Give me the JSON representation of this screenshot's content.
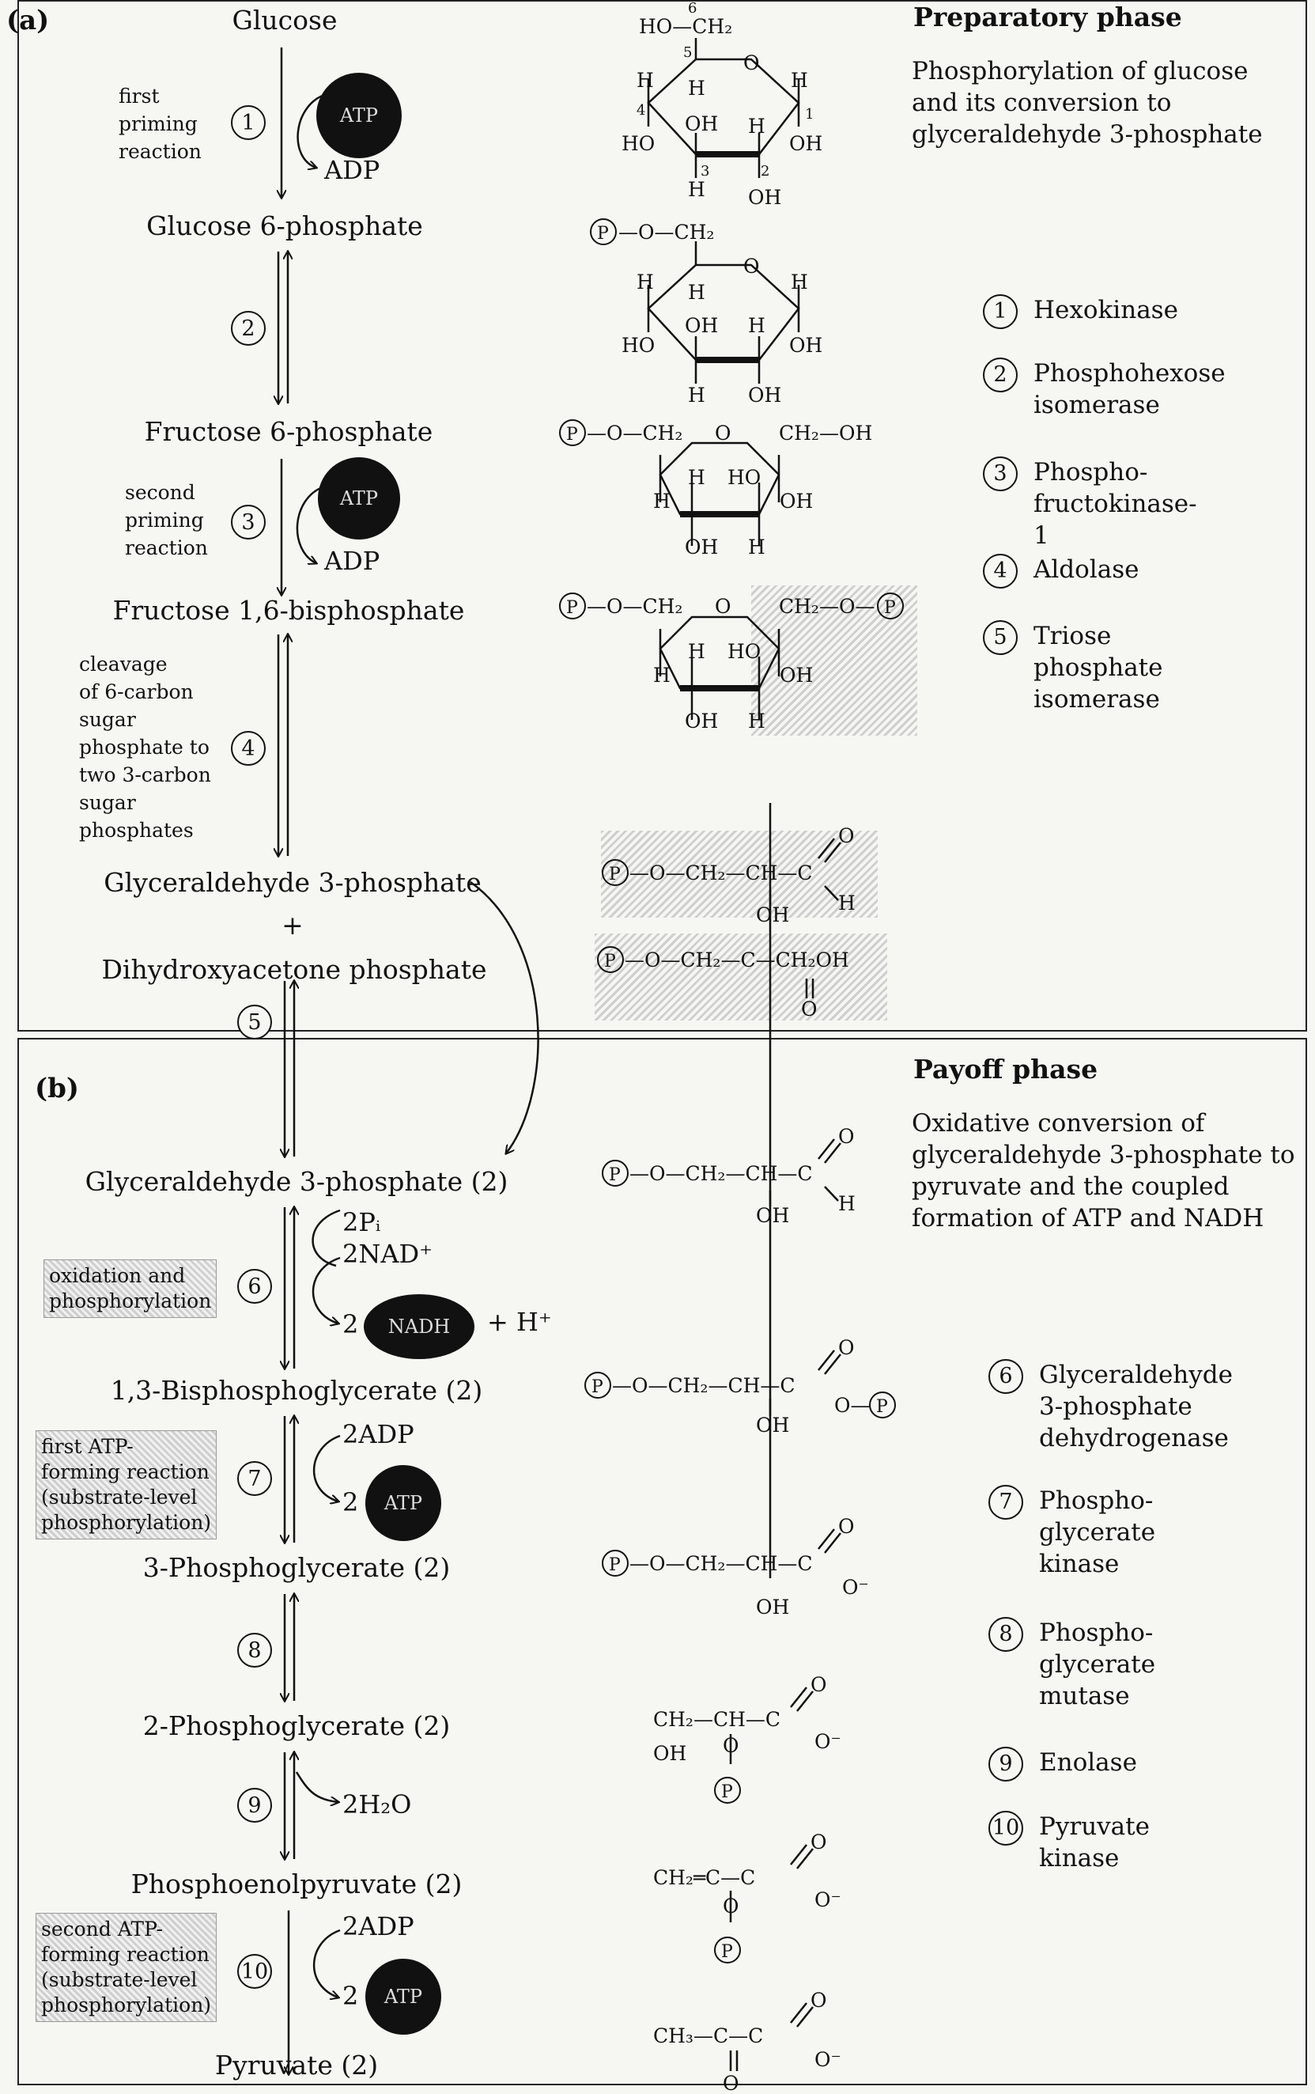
{
  "panel_a": {
    "label": "(a)",
    "phase": "Preparatory phase",
    "description": "Phosphorylation of glucose and its conversion to glyceraldehyde 3-phosphate"
  },
  "panel_b": {
    "label": "(b)",
    "phase": "Payoff phase",
    "description": "Oxidative conversion of glyceraldehyde 3-phosphate to pyruvate and the coupled formation of ATP and NADH"
  },
  "metabolites": {
    "glucose": "Glucose",
    "g6p": "Glucose 6-phosphate",
    "f6p": "Fructose 6-phosphate",
    "f16bp": "Fructose 1,6-bisphosphate",
    "gap": "Glyceraldehyde 3-phosphate",
    "plus": "+",
    "dhap": "Dihydroxyacetone phosphate",
    "gap2": "Glyceraldehyde 3-phosphate (2)",
    "bpg13": "1,3-Bisphosphoglycerate (2)",
    "pg3": "3-Phosphoglycerate (2)",
    "pg2": "2-Phosphoglycerate (2)",
    "pep": "Phosphoenolpyruvate (2)",
    "pyr": "Pyruvate (2)"
  },
  "step_numbers": [
    "1",
    "2",
    "3",
    "4",
    "5",
    "6",
    "7",
    "8",
    "9",
    "10"
  ],
  "notes": {
    "s1": "first\npriming\nreaction",
    "s3": "second\npriming\nreaction",
    "s4": "cleavage\nof 6-carbon\nsugar\nphosphate to\ntwo 3-carbon\nsugar\nphosphates",
    "s6": "oxidation and\nphosphorylation",
    "s7": "first ATP-\nforming reaction\n(substrate-level\nphosphorylation)",
    "s10": "second ATP-\nforming reaction\n(substrate-level\nphosphorylation)"
  },
  "cofactors": {
    "atp": "ATP",
    "adp": "ADP",
    "pi": "2Pᵢ",
    "nad": "2NAD⁺",
    "nadh": "NADH",
    "two": "2",
    "hplus": "+ H⁺",
    "adp2": "2ADP",
    "h2o": "2H₂O"
  },
  "enzymes": [
    {
      "n": "1",
      "name": "Hexokinase"
    },
    {
      "n": "2",
      "name": "Phosphohexose\nisomerase"
    },
    {
      "n": "3",
      "name": "Phospho-\nfructokinase-1"
    },
    {
      "n": "4",
      "name": "Aldolase"
    },
    {
      "n": "5",
      "name": "Triose\nphosphate\nisomerase"
    },
    {
      "n": "6",
      "name": "Glyceraldehyde\n3-phosphate\ndehydrogenase"
    },
    {
      "n": "7",
      "name": "Phospho-\nglycerate\nkinase"
    },
    {
      "n": "8",
      "name": "Phospho-\nglycerate\nmutase"
    },
    {
      "n": "9",
      "name": "Enolase"
    },
    {
      "n": "10",
      "name": "Pyruvate\nkinase"
    }
  ],
  "structures": {
    "ring_atoms": {
      "c6": "6",
      "c5": "5",
      "c4": "4",
      "c3": "3",
      "c2": "2",
      "c1": "1",
      "o": "O",
      "h": "H",
      "oh": "OH",
      "ho": "HO",
      "ho_ch2": "HO—CH₂"
    },
    "p": "P",
    "o_ch2": "—O—CH₂",
    "ch2_oh": "CH₂—OH",
    "ch2_o": "CH₂—O—",
    "gap_chain": "—O—CH₂—CH—C",
    "dhap_chain": "—O—CH₂—C—CH₂OH",
    "bpg_chain": "—O—CH₂—CH—C",
    "o_p": "O—",
    "ominus": "O⁻",
    "pg2_chain": "CH₂—CH—C",
    "pep_chain": "CH₂═C—C",
    "pyr_chain": "CH₃—C—C"
  }
}
